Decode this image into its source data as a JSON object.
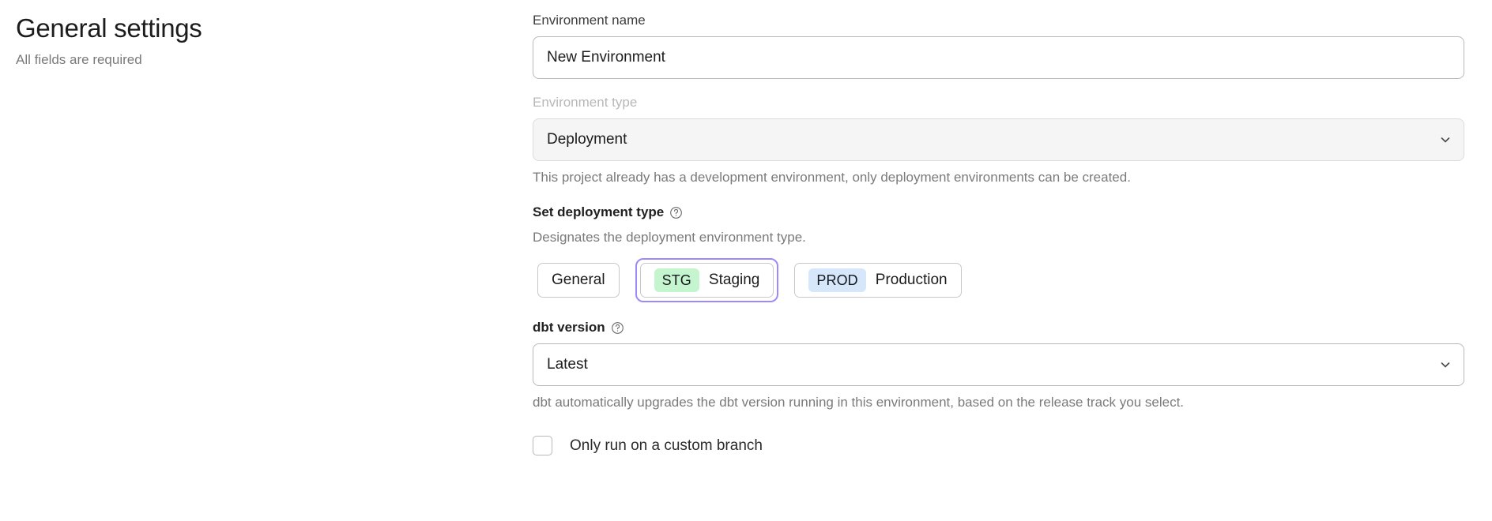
{
  "header": {
    "title": "General settings",
    "subtitle": "All fields are required"
  },
  "form": {
    "environment_name": {
      "label": "Environment name",
      "value": "New Environment",
      "placeholder": "Environment name"
    },
    "environment_type": {
      "label": "Environment type",
      "value": "Deployment",
      "helper": "This project already has a development environment, only deployment environments can be created.",
      "chevron_icon": "chevron-down-icon",
      "disabled": true
    },
    "deployment_type": {
      "label": "Set deployment type",
      "help_icon": "help-circle-icon",
      "helper": "Designates the deployment environment type.",
      "selected": "Staging",
      "options": [
        {
          "label": "General",
          "badge": "",
          "badge_color": ""
        },
        {
          "label": "Staging",
          "badge": "STG",
          "badge_color": "#c4f5cf"
        },
        {
          "label": "Production",
          "badge": "PROD",
          "badge_color": "#d6e6fb"
        }
      ],
      "focus_ring_color": "#9b8afb"
    },
    "dbt_version": {
      "label": "dbt version",
      "help_icon": "help-circle-icon",
      "value": "Latest",
      "helper": "dbt automatically upgrades the dbt version running in this environment, based on the release track you select.",
      "chevron_icon": "chevron-down-icon"
    },
    "custom_branch": {
      "label": "Only run on a custom branch",
      "checked": false
    }
  }
}
